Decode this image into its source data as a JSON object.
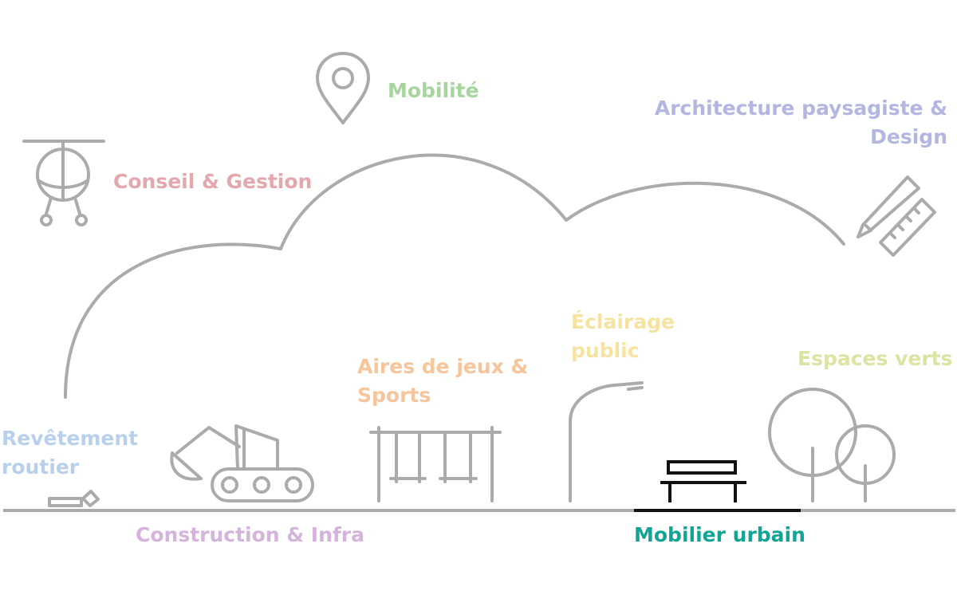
{
  "categories": {
    "mobilite": {
      "label": "Mobilité",
      "color": "#a8d4a0"
    },
    "conseil": {
      "label": "Conseil & Gestion",
      "color": "#e3a7ac"
    },
    "architecture": {
      "line1": "Architecture paysagiste &",
      "line2": "Design",
      "color": "#b3b6e0"
    },
    "eclairage": {
      "line1": "Éclairage",
      "line2": "public",
      "color": "#f7e3a1"
    },
    "espaces_verts": {
      "label": "Espaces verts",
      "color": "#dde3a3"
    },
    "aires_de_jeux": {
      "line1": "Aires de jeux &",
      "line2": "Sports",
      "color": "#f6c69a"
    },
    "revetement": {
      "line1": "Revêtement",
      "line2": "routier",
      "color": "#b8d0ec"
    },
    "construction": {
      "label": "Construction & Infra",
      "color": "#d4b3dc"
    },
    "mobilier": {
      "label": "Mobilier urbain",
      "color": "#12a596",
      "active": true
    }
  },
  "colors": {
    "line": "#ababab",
    "active_icon": "#111111"
  },
  "icons": {
    "mobilite": "map-pin-icon",
    "conseil": "helicopter-icon",
    "architecture": "pencil-ruler-icon",
    "eclairage": "street-lamp-icon",
    "espaces_verts": "trees-icon",
    "aires_de_jeux": "swing-set-icon",
    "revetement": "paving-stones-icon",
    "construction": "excavator-icon",
    "mobilier": "bench-icon"
  }
}
